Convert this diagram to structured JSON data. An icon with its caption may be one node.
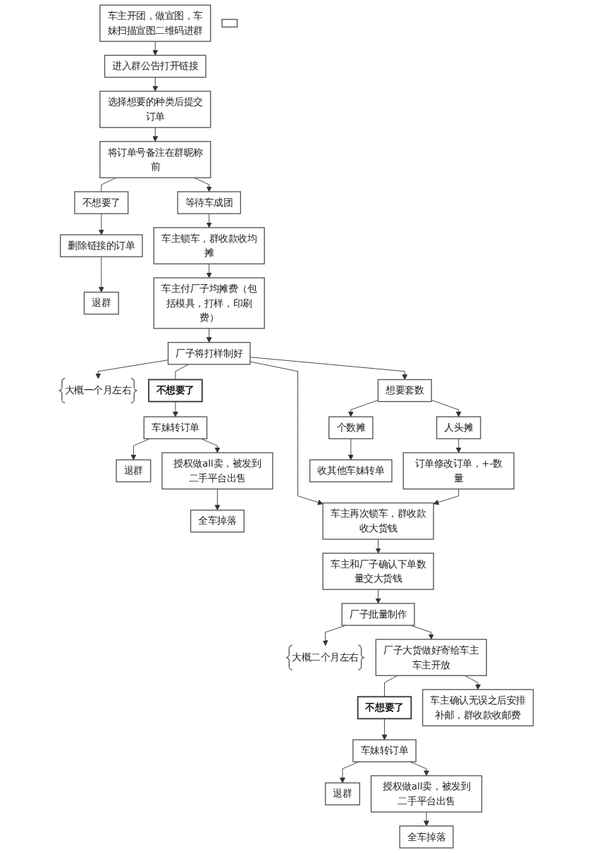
{
  "diagram": {
    "nodes": [
      {
        "text": [
          "车主开团，做宣图，车妹扫描宣图二维码进群"
        ]
      },
      {
        "text": [
          "进入群公告打开链接"
        ]
      },
      {
        "text": [
          "选择想要的种类后提交订单"
        ]
      },
      {
        "text": [
          "将订单号备注在群昵称前"
        ]
      },
      {
        "text": [
          "不想要了"
        ]
      },
      {
        "text": [
          "删除链接的订单"
        ]
      },
      {
        "text": [
          "退群"
        ]
      },
      {
        "text": [
          "等待车成团"
        ]
      },
      {
        "text": [
          "车主锁车，群收款收均摊"
        ]
      },
      {
        "text": [
          "车主付厂子均摊费（包括模具，打样，印刷费）"
        ]
      },
      {
        "text": [
          "厂子将打样制好"
        ]
      },
      {
        "text": [
          "大概一个月左右"
        ]
      },
      {
        "text": [],
        "shape": "box"
      },
      {
        "text": [
          "想要套数"
        ]
      },
      {
        "text": [
          "不想要了"
        ]
      },
      {
        "text": [
          "车妹转订单"
        ]
      },
      {
        "text": [
          "退群"
        ]
      },
      {
        "text": [
          "人头摊"
        ]
      },
      {
        "text": [
          "个数摊"
        ]
      },
      {
        "text": [
          "授权做all卖，被发到二手平台出售"
        ]
      },
      {
        "text": [
          "全车掉落"
        ]
      },
      {
        "text": [
          "订单修改订单，+-数量"
        ]
      },
      {
        "text": [
          "收其他车妹转单"
        ]
      },
      {
        "text": [
          "车主再次锁车，群收款收大货钱"
        ]
      },
      {
        "text": [
          "车主和厂子确认下单数量交大货钱"
        ]
      },
      {
        "text": [
          "厂子批量制作"
        ]
      },
      {
        "text": [
          "大概二个月左右"
        ]
      },
      {
        "text": [
          "厂子大货做好寄给车主车主开放"
        ]
      },
      {
        "text": [
          "车妹转订单"
        ]
      },
      {
        "text": [
          "退群"
        ]
      },
      {
        "text": [
          "不想要了"
        ]
      },
      {
        "text": [
          "授权做all卖，被发到二手平台出售"
        ]
      },
      {
        "text": [
          "全车掉落"
        ]
      },
      {
        "text": [
          "车主确认无误之后安排补邮，群收款收邮费"
        ]
      }
    ],
    "edges": [
      {
        "from": 0,
        "to": 1,
        "arrow": "to"
      },
      {
        "from": 1,
        "to": 2,
        "arrow": "to"
      },
      {
        "from": 2,
        "to": 3,
        "arrow": "to"
      },
      {
        "from": 3,
        "to": 7,
        "arrow": "to"
      },
      {
        "from": 3,
        "to": 4,
        "arrow": "none"
      },
      {
        "from": 4,
        "to": 5,
        "arrow": "to"
      },
      {
        "from": 5,
        "to": 6,
        "arrow": "to"
      },
      {
        "from": 7,
        "to": 8,
        "arrow": "to"
      },
      {
        "from": 8,
        "to": 9,
        "arrow": "to"
      },
      {
        "from": 9,
        "to": 10,
        "arrow": "to"
      },
      {
        "from": 10,
        "to": 11,
        "arrow": "to"
      },
      {
        "from": 10,
        "to": 13,
        "arrow": "to"
      },
      {
        "from": 10,
        "to": 23,
        "arrow": "to"
      },
      {
        "from": 10,
        "to": 14,
        "arrow": "none"
      },
      {
        "from": 14,
        "to": 15,
        "arrow": "to"
      },
      {
        "from": 15,
        "to": 16,
        "arrow": "to"
      },
      {
        "from": 15,
        "to": 19,
        "arrow": "to"
      },
      {
        "from": 19,
        "to": 20,
        "arrow": "to"
      },
      {
        "from": 13,
        "to": 17,
        "arrow": "to"
      },
      {
        "from": 13,
        "to": 18,
        "arrow": "to"
      },
      {
        "from": 17,
        "to": 21,
        "arrow": "to"
      },
      {
        "from": 18,
        "to": 22,
        "arrow": "to"
      },
      {
        "from": 21,
        "to": 23,
        "arrow": "to"
      },
      {
        "from": 23,
        "to": 24,
        "arrow": "to"
      },
      {
        "from": 24,
        "to": 25,
        "arrow": "to"
      },
      {
        "from": 25,
        "to": 26,
        "arrow": "to"
      },
      {
        "from": 25,
        "to": 27,
        "arrow": "to"
      },
      {
        "from": 27,
        "to": 33,
        "arrow": "to"
      },
      {
        "from": 27,
        "to": 30,
        "arrow": "none"
      },
      {
        "from": 30,
        "to": 28,
        "arrow": "to"
      },
      {
        "from": 28,
        "to": 29,
        "arrow": "to"
      },
      {
        "from": 28,
        "to": 31,
        "arrow": "to"
      },
      {
        "from": 31,
        "to": 32,
        "arrow": "to"
      }
    ]
  }
}
